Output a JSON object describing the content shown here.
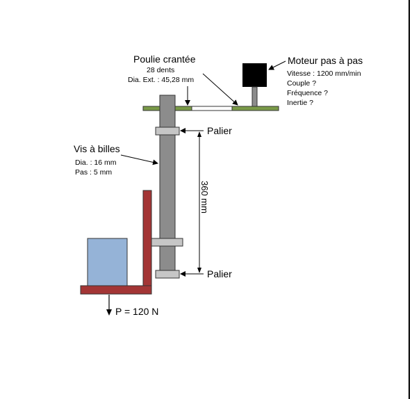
{
  "pulley": {
    "title": "Poulie crantée",
    "teeth": "28 dents",
    "diameter": "Dia. Ext. : 45,28 mm"
  },
  "motor": {
    "title": "Moteur pas à pas",
    "speed": "Vitesse : 1200 mm/min",
    "torque": "Couple ?",
    "frequency": "Fréquence ?",
    "inertia": "Inertie ?"
  },
  "ball_screw": {
    "title": "Vis à billes",
    "diameter": "Dia. : 16 mm",
    "pitch": "Pas : 5 mm"
  },
  "bearing_top": "Palier",
  "bearing_bottom": "Palier",
  "length": "360 mm",
  "load": "P = 120 N",
  "colors": {
    "belt": "#7a9a48",
    "screw": "#8c8c8c",
    "bearing": "#c6c6c6",
    "bracket": "#a33535",
    "load_box": "#95b3d7",
    "motor": "#000000"
  }
}
